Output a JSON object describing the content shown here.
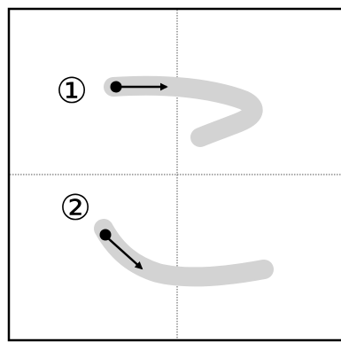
{
  "diagram": {
    "steps": [
      {
        "label": "①",
        "stroke_shape": "hook",
        "arrow_direction": "right"
      },
      {
        "label": "②",
        "stroke_shape": "sweep",
        "arrow_direction": "down-right"
      }
    ],
    "colors": {
      "frame": "#000000",
      "guide_lines": "#555555",
      "stroke_shadow": "#d3d3d3",
      "arrow": "#000000",
      "start_dot": "#000000"
    }
  }
}
